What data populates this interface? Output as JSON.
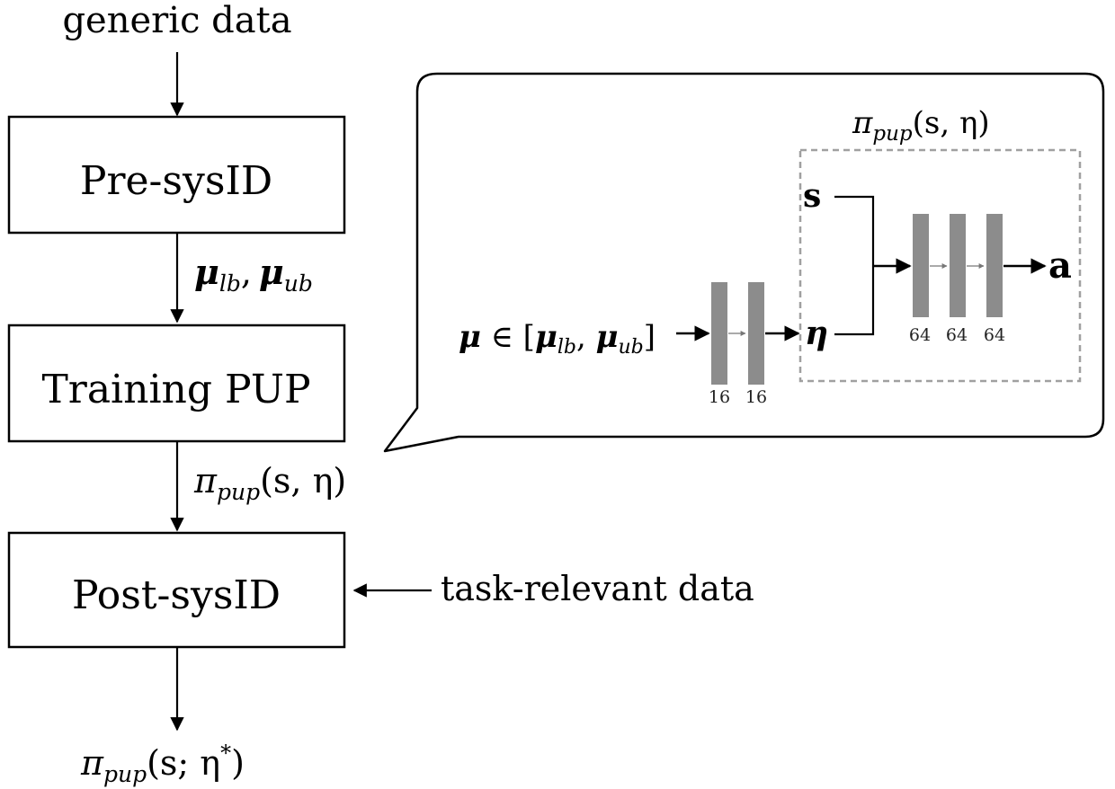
{
  "inputs": {
    "generic": "generic data",
    "task_relevant": "task-relevant data"
  },
  "stages": {
    "pre": "Pre-sysID",
    "train": "Training PUP",
    "post": "Post-sysID"
  },
  "edges": {
    "bounds": {
      "mu": "μ",
      "lb": "lb",
      "comma": ",",
      "ub": "ub"
    },
    "policy": {
      "pi": "π",
      "sub": "pup",
      "args": "(s, η)"
    },
    "final": {
      "pi": "π",
      "sub": "pup",
      "args": "(s; η",
      "star": "*",
      "close": ")"
    }
  },
  "callout": {
    "title": {
      "pi": "π",
      "sub": "pup",
      "args": "(s, η)"
    },
    "input": {
      "mu": "μ",
      "in": " ∈ [",
      "mu2": "μ",
      "lb": "lb",
      "comma": ", ",
      "mu3": "μ",
      "ub": "ub",
      "close": "]"
    },
    "eta": "η",
    "state": "s",
    "action": "a",
    "enc_units": [
      "16",
      "16"
    ],
    "pol_units": [
      "64",
      "64",
      "64"
    ]
  },
  "colors": {
    "layer": "#8c8c8c",
    "dash": "#a0a0a0",
    "stroke": "#000000"
  }
}
